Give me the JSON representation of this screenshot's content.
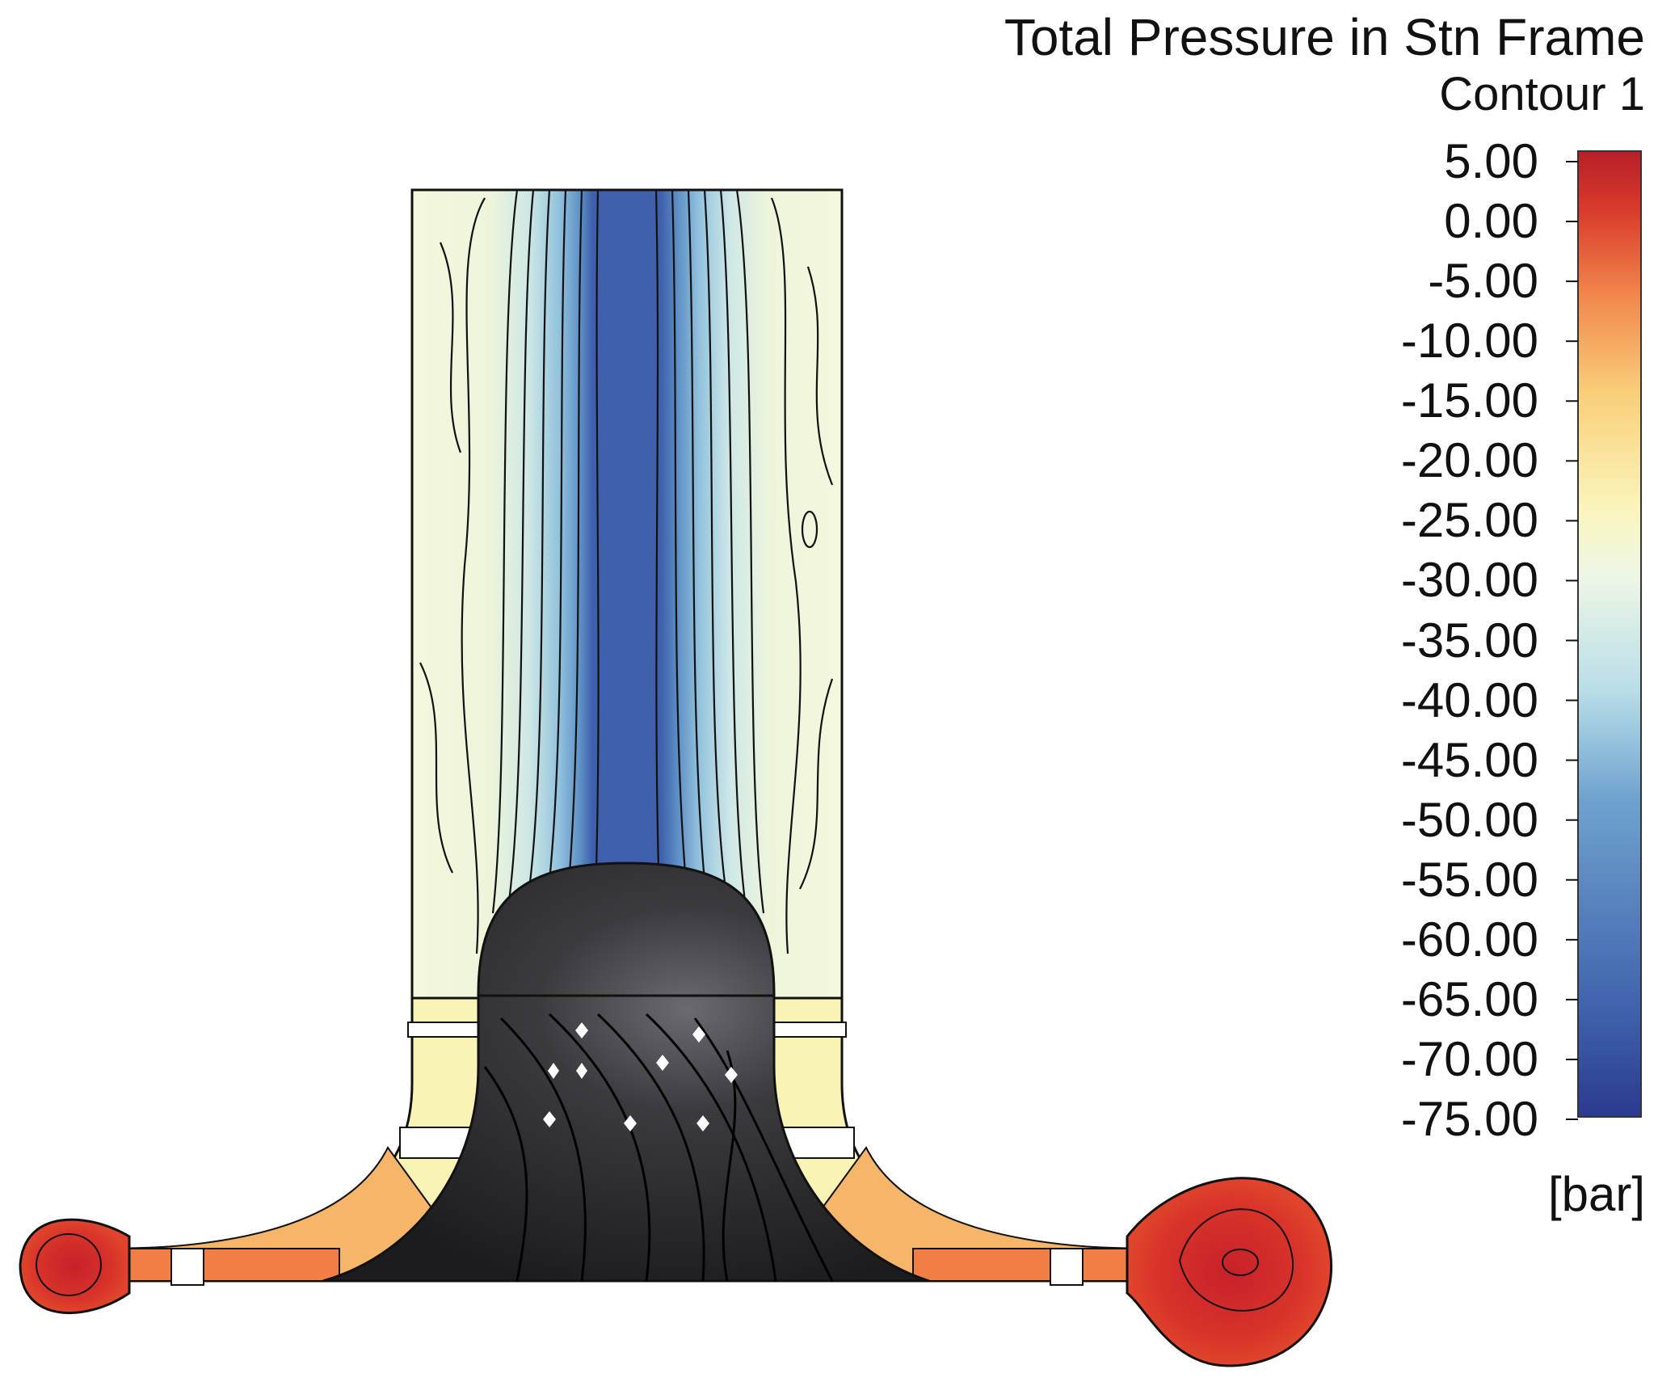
{
  "legend": {
    "title": "Total Pressure in Stn Frame",
    "subtitle": "Contour 1",
    "unit": "[bar]",
    "tick_labels": [
      "5.00",
      "0.00",
      "-5.00",
      "-10.00",
      "-15.00",
      "-20.00",
      "-25.00",
      "-30.00",
      "-35.00",
      "-40.00",
      "-45.00",
      "-50.00",
      "-55.00",
      "-60.00",
      "-65.00",
      "-70.00",
      "-75.00"
    ],
    "min": -75,
    "max": 5,
    "color_stops": [
      "#2b3a8f",
      "#3f62ac",
      "#6fa3cf",
      "#b8dde8",
      "#eef7e6",
      "#fbf5bd",
      "#f9cf78",
      "#f2874c",
      "#d93a2a",
      "#b71f26"
    ]
  },
  "contour_colors": {
    "core_blue": "#3f60ad",
    "outer_pale": "#f3f7d9",
    "yellow": "#faf3b6",
    "orange": "#f3a45d",
    "red": "#d8332a",
    "hub_dark": "#2b2b2e"
  }
}
